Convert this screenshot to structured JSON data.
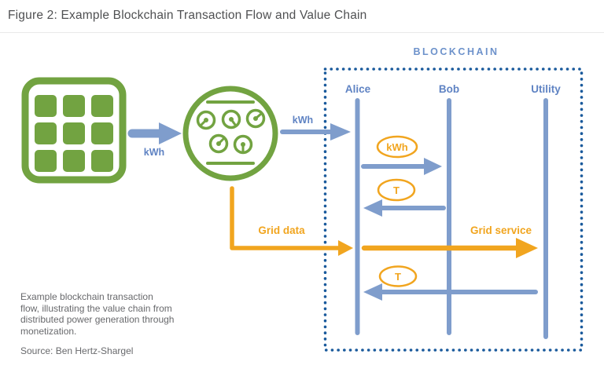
{
  "title": "Figure 2: Example Blockchain Transaction Flow and Value Chain",
  "colors": {
    "green": "#72a341",
    "flow_blue": "#7f9dcc",
    "label_blue": "#5f83c3",
    "blockchain_heading_blue": "#6d92cb",
    "dotted_border_blue": "#1a5a9c",
    "orange": "#f1a51f",
    "title_gray": "#4f5052",
    "caption_gray": "#68696c"
  },
  "generation": {
    "panel_to_meter_label": "kWh",
    "meter_to_blockchain_label": "kWh"
  },
  "blockchain": {
    "heading": "BLOCKCHAIN",
    "participants": [
      "Alice",
      "Bob",
      "Utility"
    ]
  },
  "messages": {
    "kwh_token": "kWh",
    "t_token_1": "T",
    "t_token_2": "T",
    "grid_data": "Grid data",
    "grid_service": "Grid service"
  },
  "caption": {
    "lines": [
      "Example blockchain transaction",
      "flow, illustrating the value chain from",
      "distributed power generation through",
      "monetization."
    ],
    "source": "Source: Ben Hertz-Shargel"
  }
}
